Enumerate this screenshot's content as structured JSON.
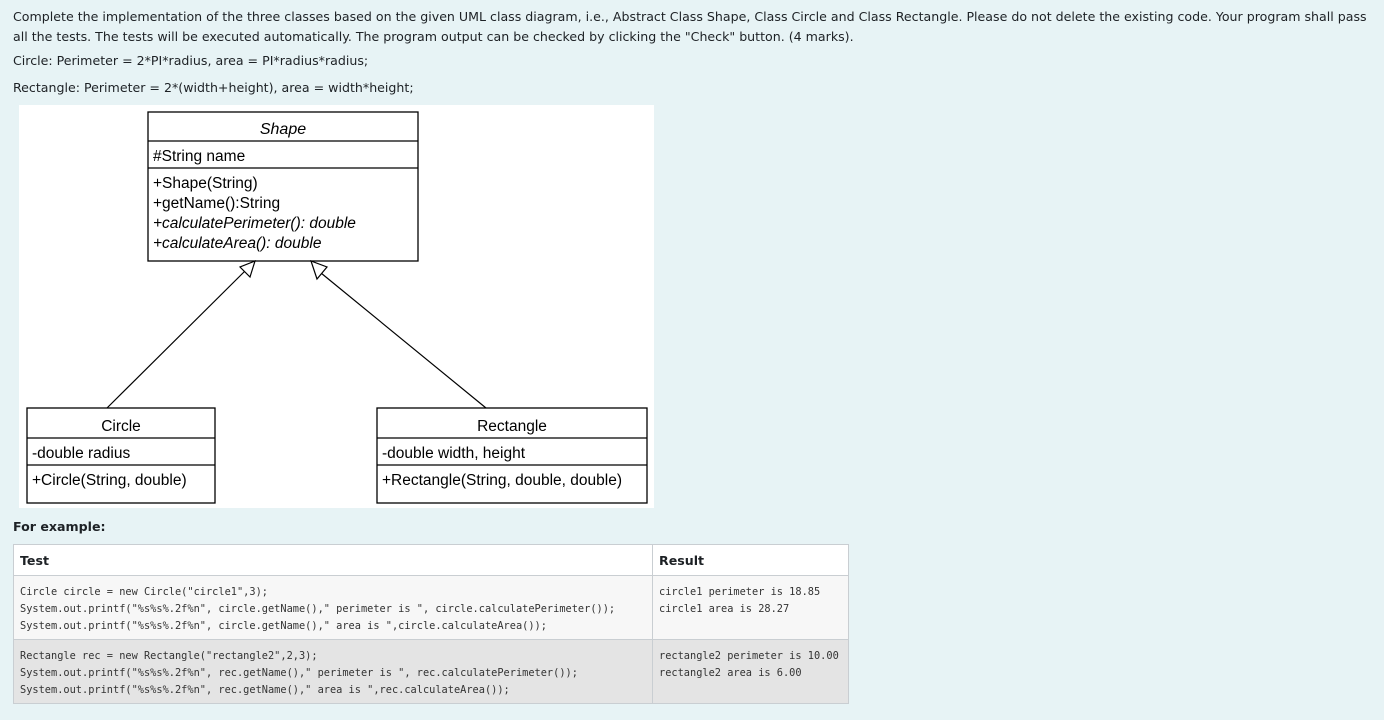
{
  "instructions": {
    "intro": "Complete the implementation of the three classes based on the given UML class diagram, i.e., Abstract Class Shape, Class Circle and Class Rectangle. Please do not delete the existing code. Your program shall pass all the tests. The tests will be executed automatically. The program output can be checked by clicking the \"Check\" button. (4 marks).",
    "circle_formula": "Circle: Perimeter = 2*PI*radius, area = PI*radius*radius;",
    "rectangle_formula": "Rectangle: Perimeter = 2*(width+height), area = width*height;"
  },
  "uml": {
    "shape": {
      "name": "Shape",
      "attributes": [
        "#String name"
      ],
      "methods": [
        "+Shape(String)",
        "+getName():String",
        "+calculatePerimeter(): double",
        "+calculateArea(): double"
      ]
    },
    "circle": {
      "name": "Circle",
      "attributes": [
        "-double radius"
      ],
      "methods": [
        "+Circle(String, double)"
      ]
    },
    "rectangle": {
      "name": "Rectangle",
      "attributes": [
        "-double width, height"
      ],
      "methods": [
        "+Rectangle(String, double, double)"
      ]
    }
  },
  "examples": {
    "heading": "For example:",
    "columns": [
      "Test",
      "Result"
    ],
    "rows": [
      {
        "test": "Circle circle = new Circle(\"circle1\",3);\nSystem.out.printf(\"%s%s%.2f%n\", circle.getName(),\" perimeter is \", circle.calculatePerimeter());\nSystem.out.printf(\"%s%s%.2f%n\", circle.getName(),\" area is \",circle.calculateArea());",
        "result": "circle1 perimeter is 18.85\ncircle1 area is 28.27"
      },
      {
        "test": "Rectangle rec = new Rectangle(\"rectangle2\",2,3);\nSystem.out.printf(\"%s%s%.2f%n\", rec.getName(),\" perimeter is \", rec.calculatePerimeter());\nSystem.out.printf(\"%s%s%.2f%n\", rec.getName(),\" area is \",rec.calculateArea());",
        "result": "rectangle2 perimeter is 10.00\nrectangle2 area is 6.00"
      }
    ]
  }
}
